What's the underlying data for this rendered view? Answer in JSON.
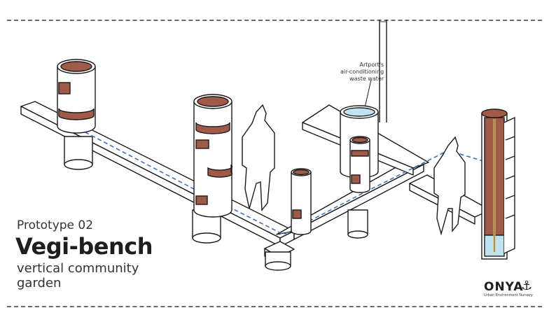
{
  "header": {
    "prototype": "Prototype 02",
    "title": "Vegi-bench",
    "tagline_line1": "vertical community",
    "tagline_line2": "garden"
  },
  "annotation": {
    "line1": "Artport's",
    "line2": "air-conditioning",
    "line3": "waste water"
  },
  "brand": {
    "name": "ONYA",
    "subtitle": "Urban Environment Nursery",
    "anchor_icon": "anchor-icon"
  },
  "colors": {
    "soil": "#a05a48",
    "water": "#bfe3f0",
    "pipe_dash": "#3f6fb5",
    "line": "#1a1a1a"
  }
}
